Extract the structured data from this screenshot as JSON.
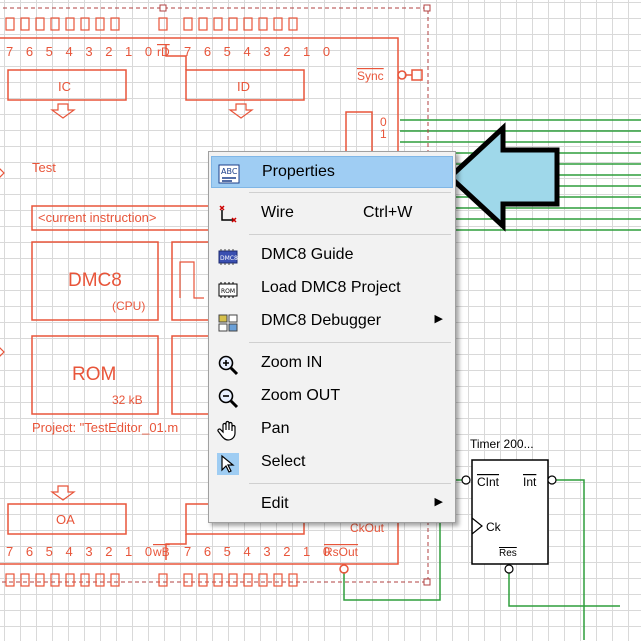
{
  "circuit": {
    "main_block": {
      "top_pin_numbers": "7 6 5 4 3 2 1 0",
      "top_pin_numbers_2": "7 6 5 4 3 2 1 0",
      "rd_label": "rD",
      "sync_label": "Sync",
      "ic_label": "IC",
      "id_label": "ID",
      "test_label": "Test",
      "current_instruction": "<current instruction>",
      "cpu_name": "DMC8",
      "cpu_sub": "(CPU)",
      "rom_name": "ROM",
      "rom_size": "32 kB",
      "project_label": "Project: \"TestEditor_01.m",
      "oa_label": "OA",
      "bottom_pin_numbers": "7 6 5 4 3 2 1 0",
      "bottom_pin_numbers_2": "7 6 5 4 3 2 1 0",
      "wb_label": "wB",
      "rsout_label": "RsOut",
      "ckout_label": "CkOut",
      "out_pins": [
        "0",
        "1"
      ]
    },
    "timer": {
      "title": "Timer 200...",
      "clnt": "CInt",
      "int": "Int",
      "ck": "Ck",
      "res": "Res"
    },
    "colors": {
      "component": "#e8553a",
      "wire": "#2e9e3c",
      "grid": "#d9d9d9",
      "arrow_fill": "#9fd8ea",
      "menu_highlight": "#9fcdf3"
    }
  },
  "context_menu": {
    "items": [
      {
        "label": "Properties",
        "icon": "properties-icon",
        "highlighted": true
      },
      {
        "label": "Wire",
        "shortcut": "Ctrl+W",
        "icon": "wire-icon"
      },
      {
        "label": "DMC8 Guide",
        "icon": "dmc8-guide-icon"
      },
      {
        "label": "Load DMC8 Project",
        "icon": "rom-chip-icon"
      },
      {
        "label": "DMC8 Debugger",
        "icon": "debugger-icon",
        "submenu": true
      },
      {
        "label": "Zoom IN",
        "icon": "zoom-in-icon"
      },
      {
        "label": "Zoom OUT",
        "icon": "zoom-out-icon"
      },
      {
        "label": "Pan",
        "icon": "hand-icon"
      },
      {
        "label": "Select",
        "icon": "cursor-arrow-icon"
      },
      {
        "label": "Edit",
        "icon": "none",
        "submenu": true
      }
    ],
    "submenu_arrow": "▶"
  }
}
